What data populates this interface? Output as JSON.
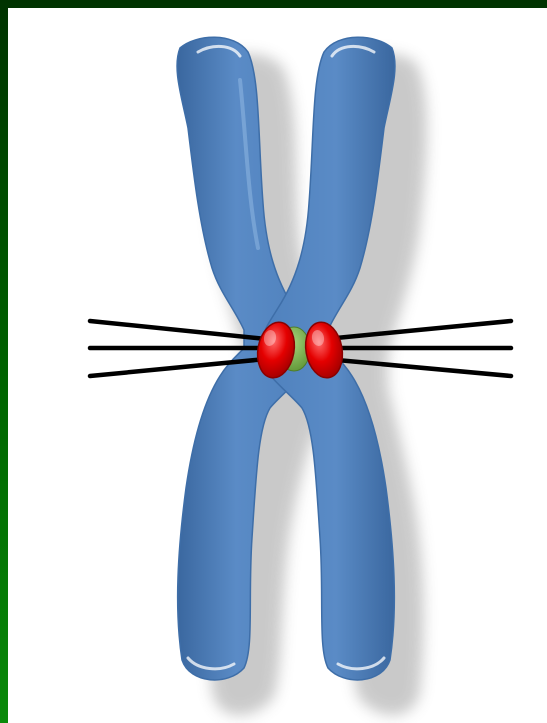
{
  "diagram": {
    "colors": {
      "background_gradient_top": "#003300",
      "background_gradient_bottom": "#0a8a0a",
      "canvas": "#ffffff",
      "chromatid_fill": "#4f81bd",
      "chromatid_light": "#7aa6d8",
      "chromatid_dark": "#3a679f",
      "kinetochore": "#e00000",
      "centromere": "#77b04a",
      "microtubule": "#000000",
      "shadow": "#9a9a9a"
    },
    "parts": {
      "chromatid_count": 2,
      "kinetochore_count": 2,
      "microtubules_per_kinetochore": 3
    }
  }
}
